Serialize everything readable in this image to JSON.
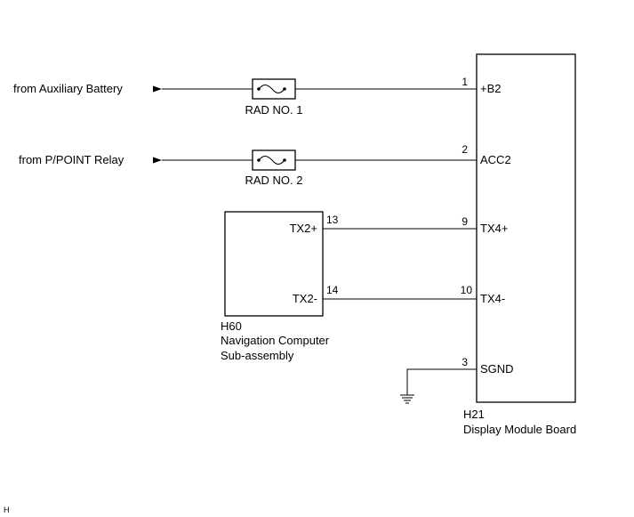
{
  "sources": {
    "aux_battery": "from Auxiliary Battery",
    "ppoint_relay": "from P/POINT Relay"
  },
  "fuses": {
    "rad1": "RAD NO. 1",
    "rad2": "RAD NO. 2"
  },
  "nav_computer": {
    "connector": "H60",
    "name_line1": "Navigation Computer",
    "name_line2": "Sub-assembly",
    "pins": {
      "tx2p_label": "TX2+",
      "tx2p_num": "13",
      "tx2m_label": "TX2-",
      "tx2m_num": "14"
    }
  },
  "display_module": {
    "connector": "H21",
    "name": "Display Module Board",
    "pins": {
      "b2_num": "1",
      "b2_label": "+B2",
      "acc2_num": "2",
      "acc2_label": "ACC2",
      "tx4p_num": "9",
      "tx4p_label": "TX4+",
      "tx4m_num": "10",
      "tx4m_label": "TX4-",
      "sgnd_num": "3",
      "sgnd_label": "SGND"
    }
  },
  "footer_mark": "H"
}
